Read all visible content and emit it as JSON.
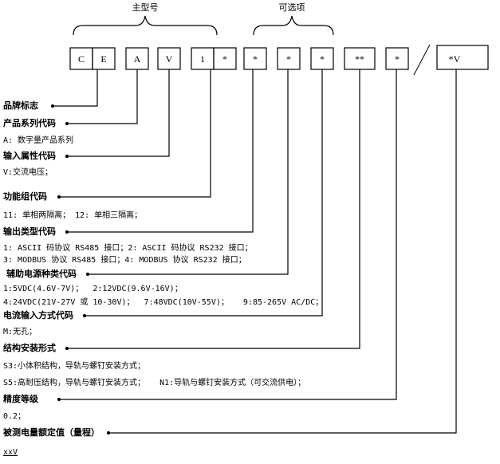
{
  "header": {
    "main_model_label": "主型号",
    "optional_label": "可选项"
  },
  "code_boxes": [
    "C",
    "E",
    "A",
    "V",
    "1",
    "*",
    "*",
    "*",
    "*",
    "**",
    "*",
    "*V"
  ],
  "separator": "/",
  "sections": [
    {
      "category": "品牌标志",
      "lines": []
    },
    {
      "category": "产品系列代码",
      "lines": [
        "A: 数字量产品系列"
      ]
    },
    {
      "category": "输入属性代码",
      "lines": [
        "V:交流电压；"
      ]
    },
    {
      "category": "功能组代码",
      "lines": [
        "11: 单相两隔离； 12: 单相三隔离；"
      ]
    },
    {
      "category": "输出类型代码",
      "lines": [
        "1: ASCII 码协议 RS485 接口；2: ASCII 码协议 RS232 接口；",
        "3: MODBUS 协议 RS485 接口；4: MODBUS 协议 RS232 接口；"
      ]
    },
    {
      "category": "辅助电源种类代码",
      "lines": [
        "1:5VDC(4.6V-7V)；  2:12VDC(9.6V-16V)；",
        "4:24VDC(21V-27V 或 10-30V)；  7:48VDC(10V-55V)；   9:85-265V AC/DC；"
      ]
    },
    {
      "category": "电流输入方式代码",
      "lines": [
        "M:无孔；"
      ]
    },
    {
      "category": "结构安装形式",
      "lines": [
        "S3:小体积结构，导轨与螺钉安装方式；",
        "S5:高耐压结构，导轨与螺钉安装方式；   N1:导轨与螺钉安装方式（可交流供电）；"
      ]
    },
    {
      "category": "精度等级",
      "lines": [
        "0.2；"
      ]
    },
    {
      "category": "被测电量额定值（量程）",
      "lines": [
        "xxV"
      ]
    }
  ]
}
